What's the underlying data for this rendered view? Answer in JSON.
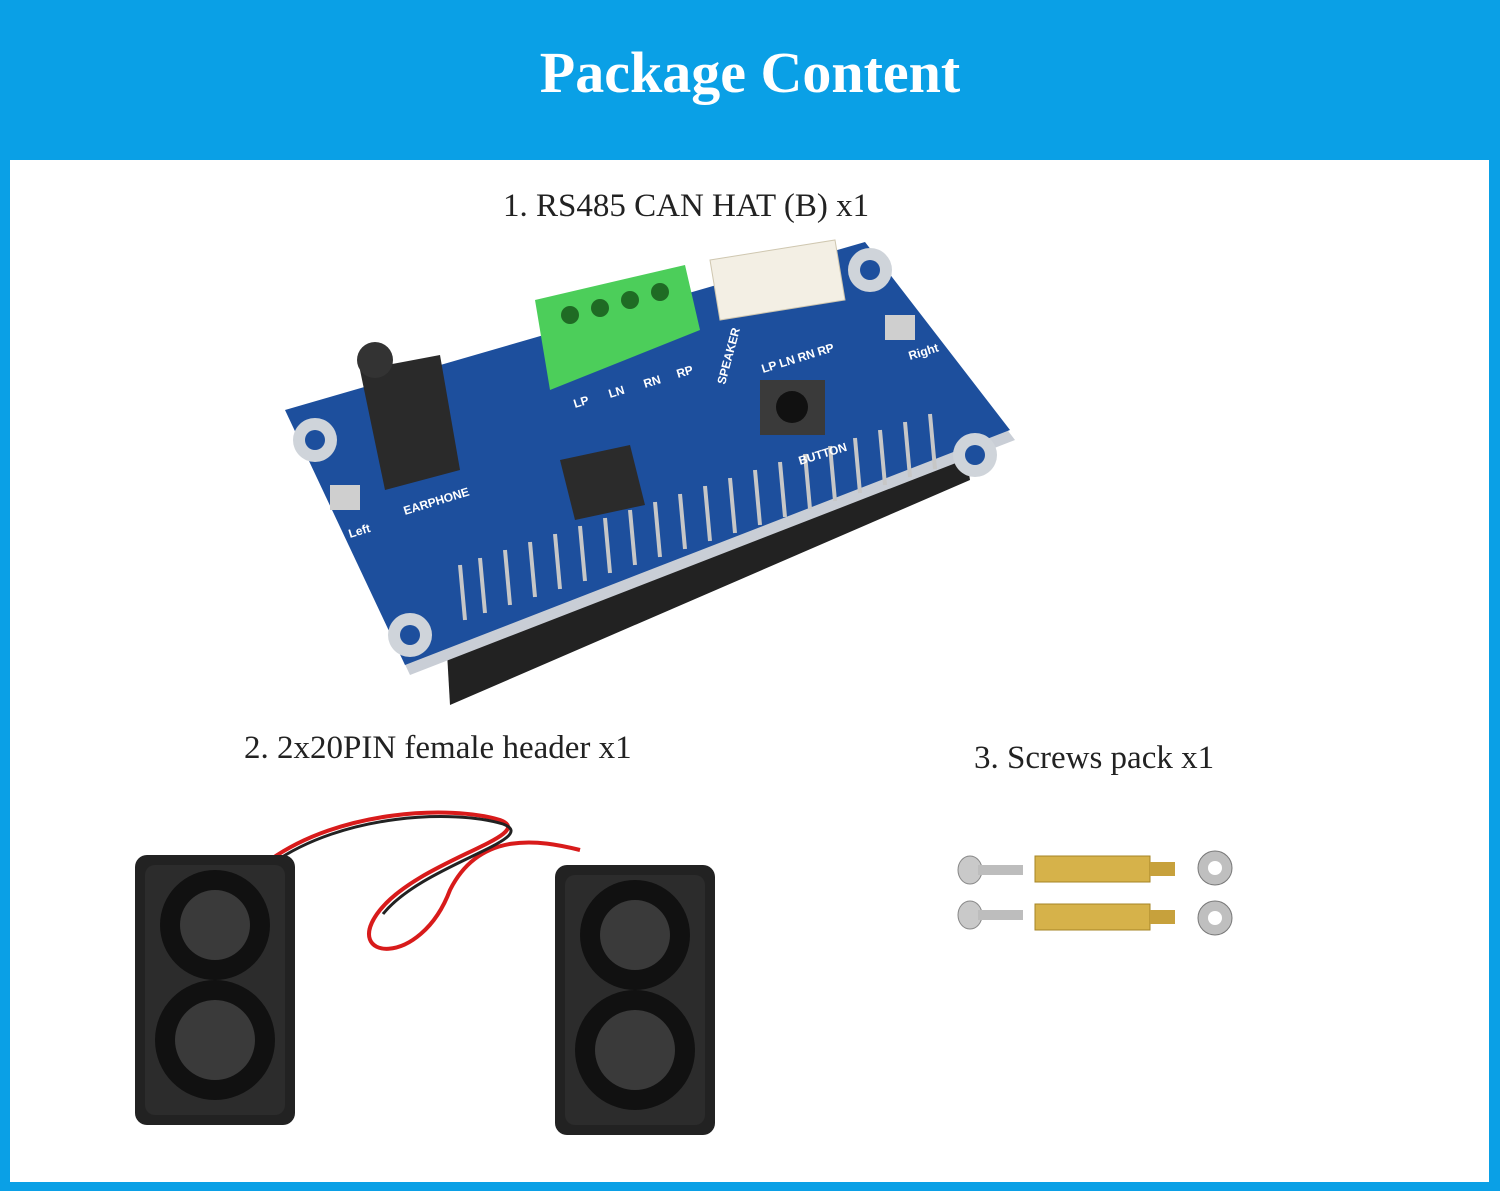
{
  "header": {
    "title": "Package Content",
    "background_color": "#0aa0e6"
  },
  "items": [
    {
      "label": "1. RS485 CAN HAT (B) x1",
      "icon": "hat-board-image"
    },
    {
      "label": "2. 2x20PIN female header x1",
      "icon": "speakers-image"
    },
    {
      "label": "3. Screws pack x1",
      "icon": "screws-pack-image"
    }
  ],
  "board_silkscreen": {
    "earphone": "EARPHONE",
    "left": "Left",
    "right": "Right",
    "speaker": "SPEAKER",
    "button": "BUTTON",
    "terminal_pins": [
      "LP",
      "LN",
      "RN",
      "RP"
    ],
    "connector_pins": "LP LN RN RP",
    "pcb_color": "#1b4f9c"
  }
}
